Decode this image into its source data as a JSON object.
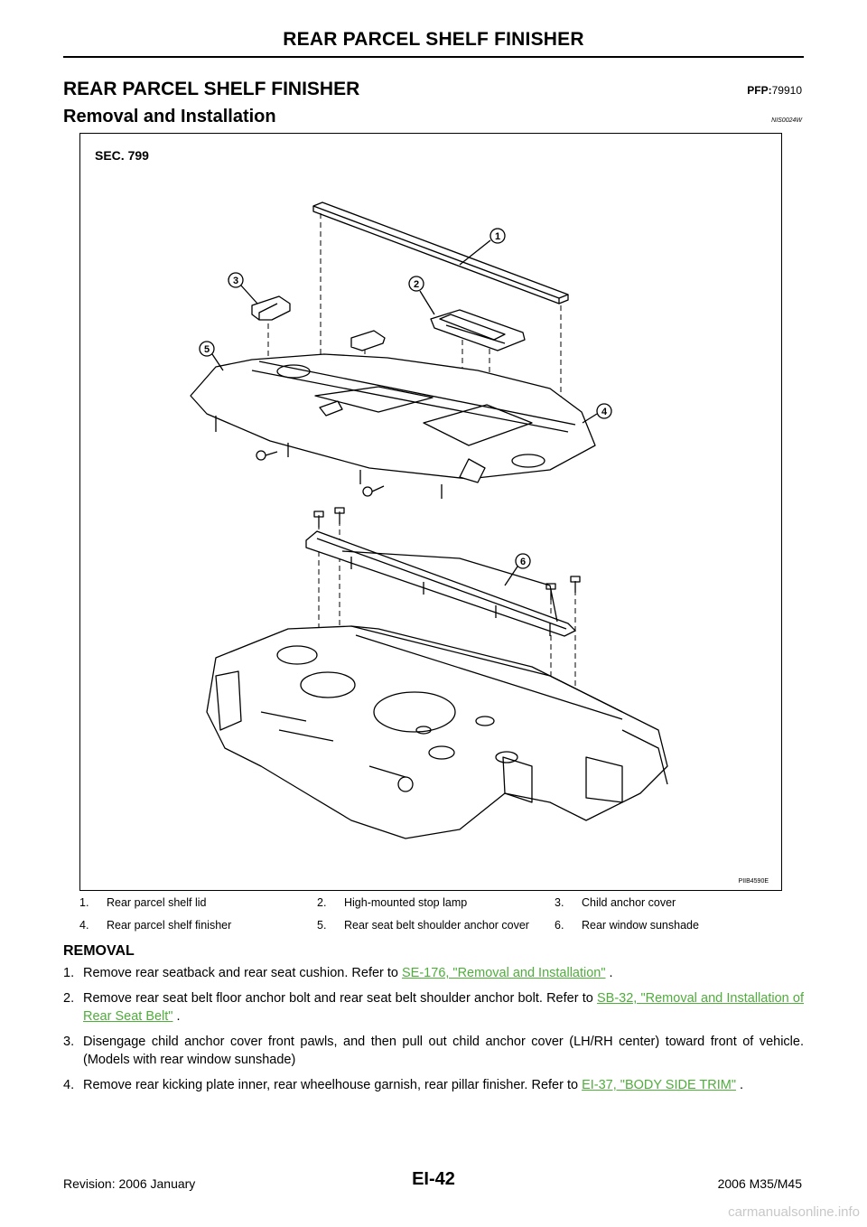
{
  "header": {
    "running_title": "REAR PARCEL SHELF FINISHER"
  },
  "section": {
    "title": "REAR PARCEL SHELF FINISHER",
    "pfp_prefix": "PFP:",
    "pfp_code": "79910"
  },
  "subsection": {
    "title": "Removal and Installation",
    "code": "NIS0024W"
  },
  "figure": {
    "section_label": "SEC. 799",
    "figure_id": "PIIB4590E",
    "callouts": [
      "1",
      "2",
      "3",
      "4",
      "5",
      "6"
    ]
  },
  "legend": [
    {
      "num": "1.",
      "text": "Rear parcel shelf lid"
    },
    {
      "num": "2.",
      "text": "High-mounted stop lamp"
    },
    {
      "num": "3.",
      "text": "Child anchor cover"
    },
    {
      "num": "4.",
      "text": "Rear parcel shelf finisher"
    },
    {
      "num": "5.",
      "text": "Rear seat belt shoulder anchor cover"
    },
    {
      "num": "6.",
      "text": "Rear window sunshade"
    }
  ],
  "removal": {
    "heading": "REMOVAL",
    "steps": [
      {
        "num": "1.",
        "pre": "Remove rear seatback and rear seat cushion. Refer to ",
        "link": "SE-176, \"Removal and Installation\"",
        "post": " ."
      },
      {
        "num": "2.",
        "pre": "Remove rear seat belt floor anchor bolt and rear seat belt shoulder anchor bolt. Refer to ",
        "link": "SB-32, \"Removal and Installation of Rear Seat Belt\"",
        "post": " ."
      },
      {
        "num": "3.",
        "pre": "Disengage child anchor cover front pawls, and then pull out child anchor cover (LH/RH center) toward front of vehicle. (Models with rear window sunshade)",
        "link": "",
        "post": ""
      },
      {
        "num": "4.",
        "pre": "Remove rear kicking plate inner, rear wheelhouse garnish, rear pillar finisher. Refer to ",
        "link": "EI-37, \"BODY SIDE TRIM\"",
        "post": " ."
      }
    ]
  },
  "footer": {
    "revision": "Revision: 2006 January",
    "page": "EI-42",
    "model": "2006 M35/M45"
  },
  "watermark": "carmanualsonline.info"
}
